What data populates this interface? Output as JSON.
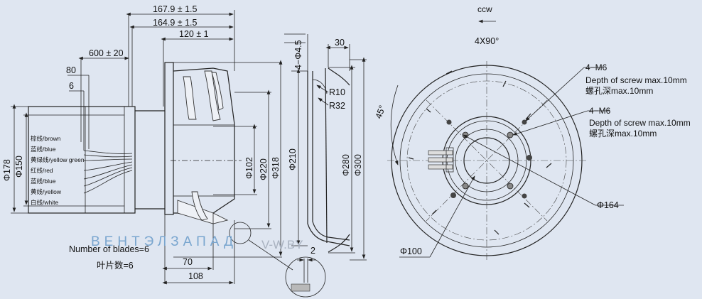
{
  "side_view": {
    "dims": {
      "d_167_9": "167.9 ± 1.5",
      "d_164_9": "164.9 ± 1.5",
      "d_120": "120 ± 1",
      "d_600": "600 ± 20",
      "d_80": "80",
      "d_6": "6",
      "d_178": "Φ178",
      "d_150": "Φ150",
      "d_102": "Φ102",
      "d_220": "Φ220",
      "d_318": "Φ318",
      "d_70": "70",
      "d_108": "108"
    },
    "wires": [
      "棕线/brown",
      "蓝线/blue",
      "黄绿线/yellow green",
      "红线/red",
      "蓝线/blue",
      "黄线/yellow",
      "白线/white"
    ],
    "blades_en": "Number of blades=6",
    "blades_cn": "叶片数=6"
  },
  "inlet_view": {
    "dims": {
      "d_4_45": "4−Φ4.5",
      "d_30": "30",
      "r10": "R10",
      "r32": "R32",
      "d_210": "Φ210",
      "d_280": "Φ280",
      "d_300": "Φ300",
      "d_2": "2"
    }
  },
  "front_view": {
    "rotation": "ccw",
    "pattern": "4X90°",
    "angle": "45°",
    "screw1_label": "4−M6",
    "screw1_en": "Depth of screw max.10mm",
    "screw1_cn": "螺孔深max.10mm",
    "screw2_label": "4−M6",
    "screw2_en": "Depth of screw max.10mm",
    "screw2_cn": "螺孔深max.10mm",
    "d_164": "Φ164",
    "d_100": "Φ100"
  },
  "watermark": {
    "brand": "ВЕНТЭЛЗАПАД",
    "site": "V-W.BY",
    "brand_color": "#7aa6cf"
  }
}
